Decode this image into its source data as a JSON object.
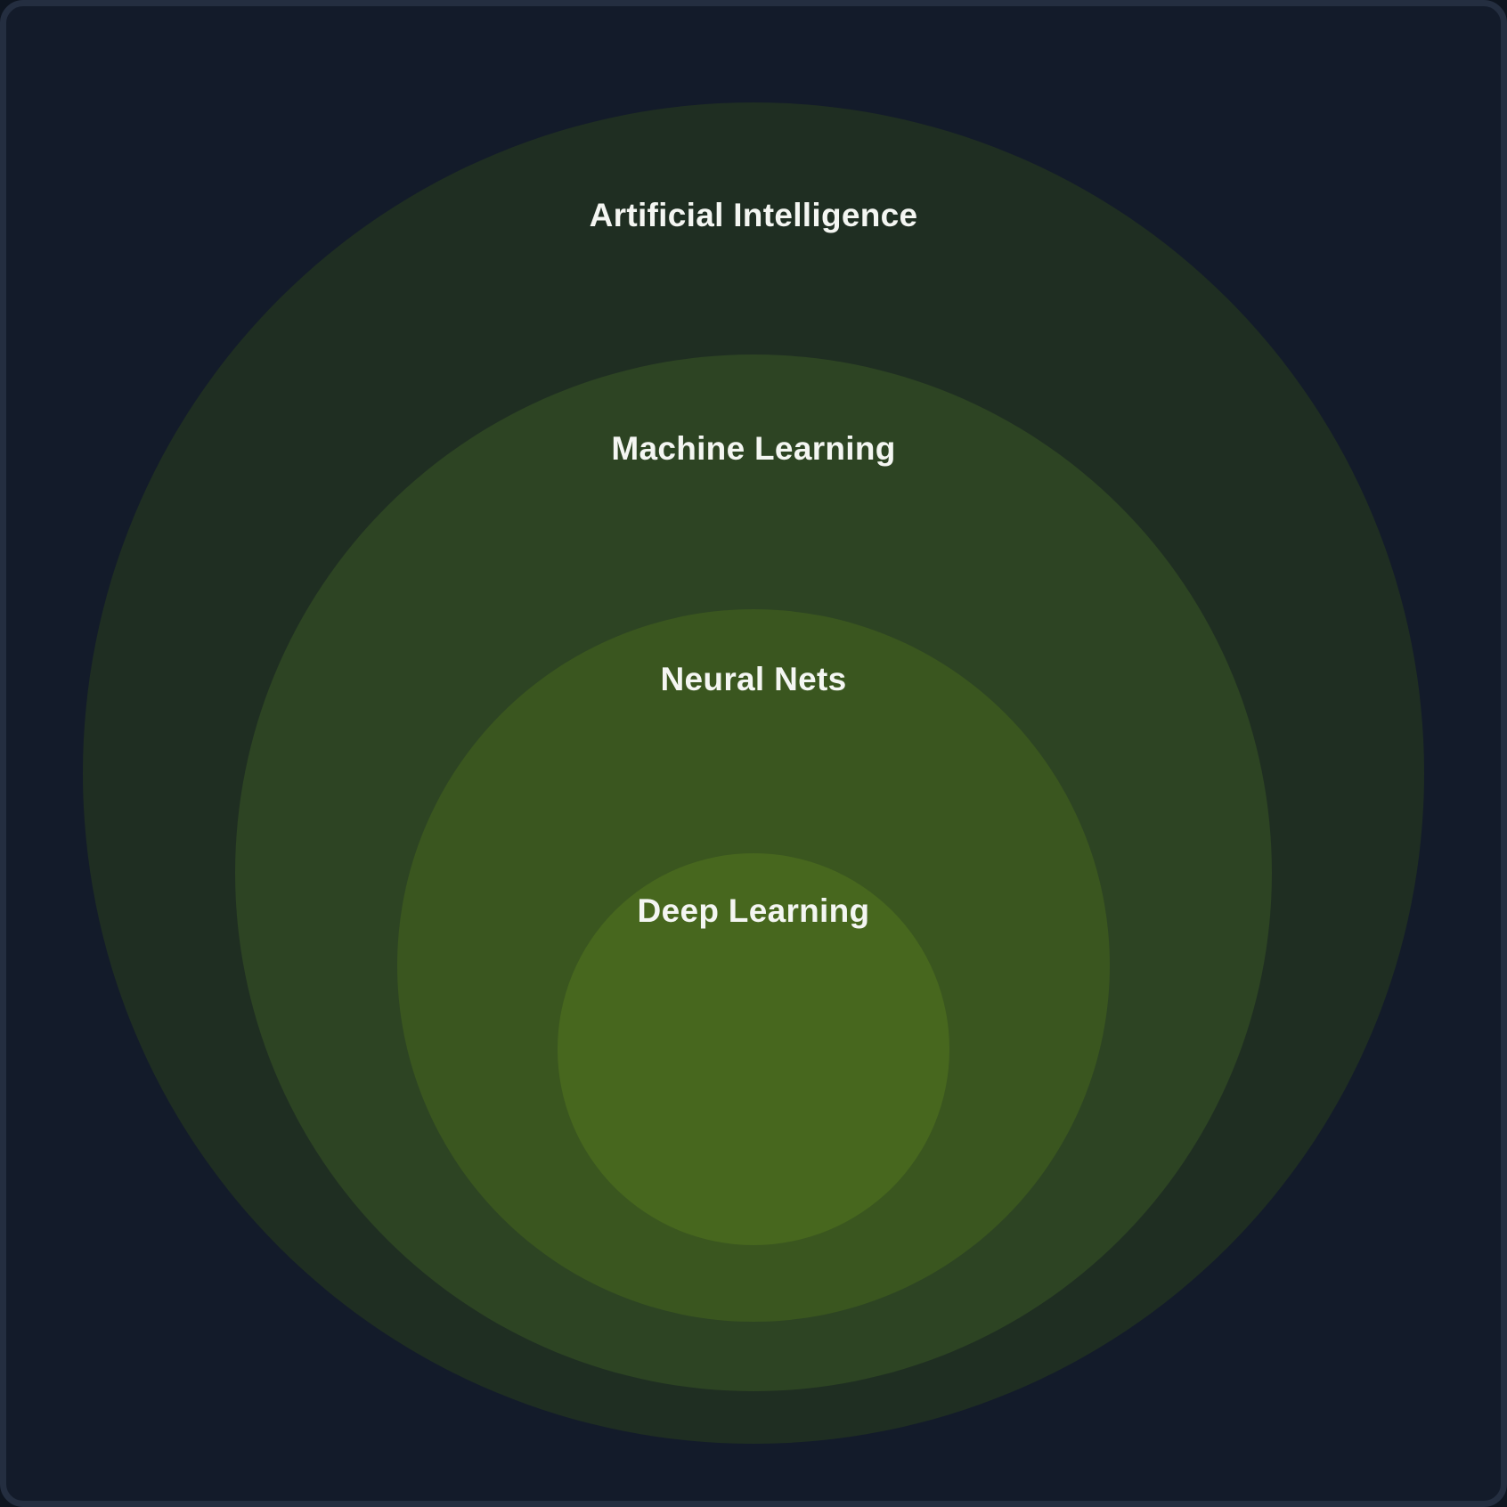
{
  "diagram": {
    "type": "nested-circles",
    "background_color": "#131b2a",
    "border_color": "#242e40",
    "text_color": "#f4f6f2",
    "rings": [
      {
        "label": "Artificial Intelligence",
        "color": "#1f2e22"
      },
      {
        "label": "Machine Learning",
        "color": "#2d4423"
      },
      {
        "label": "Neural Nets",
        "color": "#3a561f"
      },
      {
        "label": "Deep Learning",
        "color": "#47671e"
      }
    ]
  }
}
